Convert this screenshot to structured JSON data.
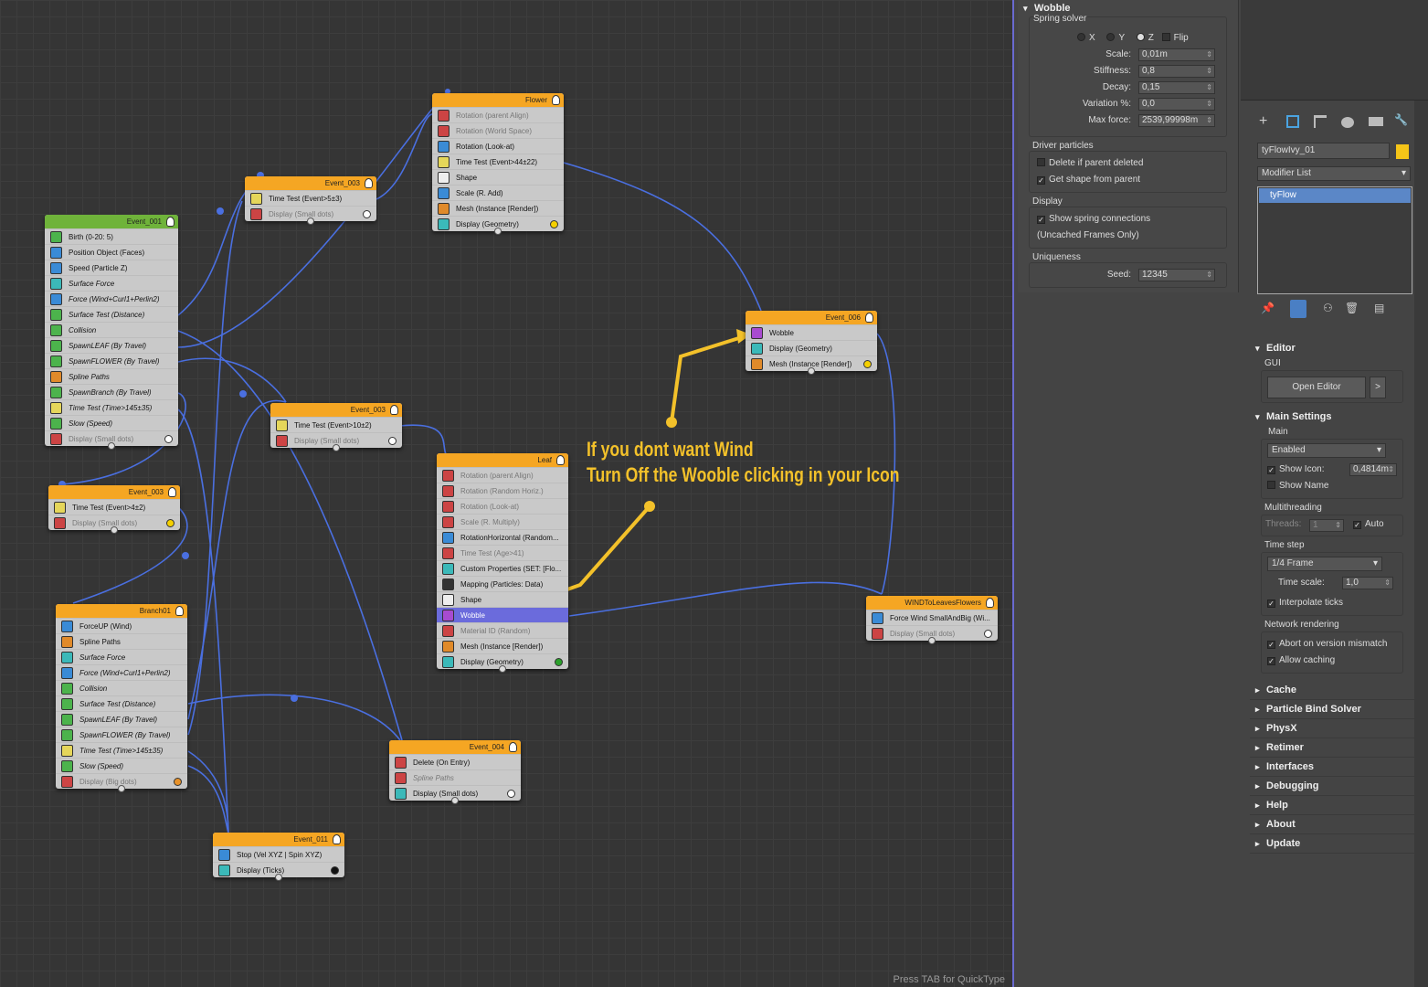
{
  "canvas": {
    "hint": "Press TAB for QuickType",
    "annotation": [
      "If you dont want Wind",
      "Turn Off the Wooble clicking in your Icon"
    ]
  },
  "nodes": {
    "event001": {
      "title": "Event_001",
      "ops": [
        "Birth (0-20: 5)",
        "Position Object (Faces)",
        "Speed (Particle Z)",
        "Surface Force",
        "Force (Wind+Curl1+Perlin2)",
        "Surface Test (Distance)",
        "Collision",
        "SpawnLEAF (By Travel)",
        "SpawnFLOWER (By Travel)",
        "Spline Paths",
        "SpawnBranch (By Travel)",
        "Time Test (Time>145±35)",
        "Slow (Speed)",
        "Display (Small dots)"
      ]
    },
    "event003a": {
      "title": "Event_003",
      "ops": [
        "Time Test (Event>5±3)",
        "Display (Small dots)"
      ]
    },
    "flower": {
      "title": "Flower",
      "ops": [
        "Rotation (parent Align)",
        "Rotation (World Space)",
        "Rotation (Look-at)",
        "Time Test (Event>44±22)",
        "Shape",
        "Scale (R. Add)",
        "Mesh (Instance [Render])",
        "Display (Geometry)"
      ]
    },
    "event003b": {
      "title": "Event_003",
      "ops": [
        "Time Test (Event>10±2)",
        "Display (Small dots)"
      ]
    },
    "event003c": {
      "title": "Event_003",
      "ops": [
        "Time Test (Event>4±2)",
        "Display (Small dots)"
      ]
    },
    "leaf": {
      "title": "Leaf",
      "ops": [
        "Rotation (parent Align)",
        "Rotation (Random Horiz.)",
        "Rotation (Look-at)",
        "Scale (R. Multiply)",
        "RotationHorizontal (Random...",
        "Time Test (Age>41)",
        "Custom Properties (SET: [Flo...",
        "Mapping (Particles: Data)",
        "Shape",
        "Wobble",
        "Material ID (Random)",
        "Mesh (Instance [Render])",
        "Display (Geometry)"
      ]
    },
    "event006": {
      "title": "Event_006",
      "ops": [
        "Wobble",
        "Display (Geometry)",
        "Mesh (Instance [Render])"
      ]
    },
    "wind": {
      "title": "WINDToLeavesFlowers",
      "ops": [
        "Force Wind SmallAndBig (Wi...",
        "Display (Small dots)"
      ]
    },
    "branch01": {
      "title": "Branch01",
      "ops": [
        "ForceUP (Wind)",
        "Spline Paths",
        "Surface Force",
        "Force (Wind+Curl1+Perlin2)",
        "Collision",
        "Surface Test (Distance)",
        "SpawnLEAF (By Travel)",
        "SpawnFLOWER (By Travel)",
        "Time Test (Time>145±35)",
        "Slow (Speed)",
        "Display (Big dots)"
      ]
    },
    "event004": {
      "title": "Event_004",
      "ops": [
        "Delete (On Entry)",
        "Spline Paths",
        "Display (Small dots)"
      ]
    },
    "event011": {
      "title": "Event_011",
      "ops": [
        "Stop (Vel XYZ | Spin XYZ)",
        "Display (Ticks)"
      ]
    }
  },
  "wobble_panel": {
    "title": "Wobble",
    "spring_solver": "Spring solver",
    "axes": [
      "X",
      "Y",
      "Z"
    ],
    "flip": "Flip",
    "scale_label": "Scale:",
    "scale": "0,01m",
    "stiffness_label": "Stiffness:",
    "stiffness": "0,8",
    "decay_label": "Decay:",
    "decay": "0,15",
    "variation_label": "Variation %:",
    "variation": "0,0",
    "maxforce_label": "Max force:",
    "maxforce": "2539,99998m",
    "driver_particles": "Driver particles",
    "delete_if": "Delete if parent deleted",
    "get_shape": "Get shape from parent",
    "display": "Display",
    "show_spring": "Show spring connections",
    "uncached": "(Uncached Frames Only)",
    "uniqueness": "Uniqueness",
    "seed_label": "Seed:",
    "seed": "12345"
  },
  "modify_panel": {
    "object_name": "tyFlowIvy_01",
    "modifier_list": "Modifier List",
    "stack_item": "tyFlow",
    "editor": "Editor",
    "gui": "GUI",
    "open_editor": "Open Editor",
    "arrow": ">",
    "main_settings": "Main Settings",
    "main": "Main",
    "enabled": "Enabled",
    "show_icon": "Show Icon:",
    "icon_size": "0,4814m",
    "show_name": "Show Name",
    "multithreading": "Multithreading",
    "threads_label": "Threads:",
    "threads": "1",
    "auto": "Auto",
    "time_step": "Time step",
    "frame": "1/4 Frame",
    "time_scale_label": "Time scale:",
    "time_scale": "1,0",
    "interpolate": "Interpolate ticks",
    "network": "Network rendering",
    "abort": "Abort on version mismatch",
    "allow_caching": "Allow caching",
    "rollouts": [
      "Cache",
      "Particle Bind Solver",
      "PhysX",
      "Retimer",
      "Interfaces",
      "Debugging",
      "Help",
      "About",
      "Update"
    ]
  },
  "colors": {
    "accent": "#f5a623",
    "wire": "#4a6fe0",
    "annotation": "#f3c12a",
    "selected": "#6b6bdc",
    "brand": "#f5c518"
  }
}
